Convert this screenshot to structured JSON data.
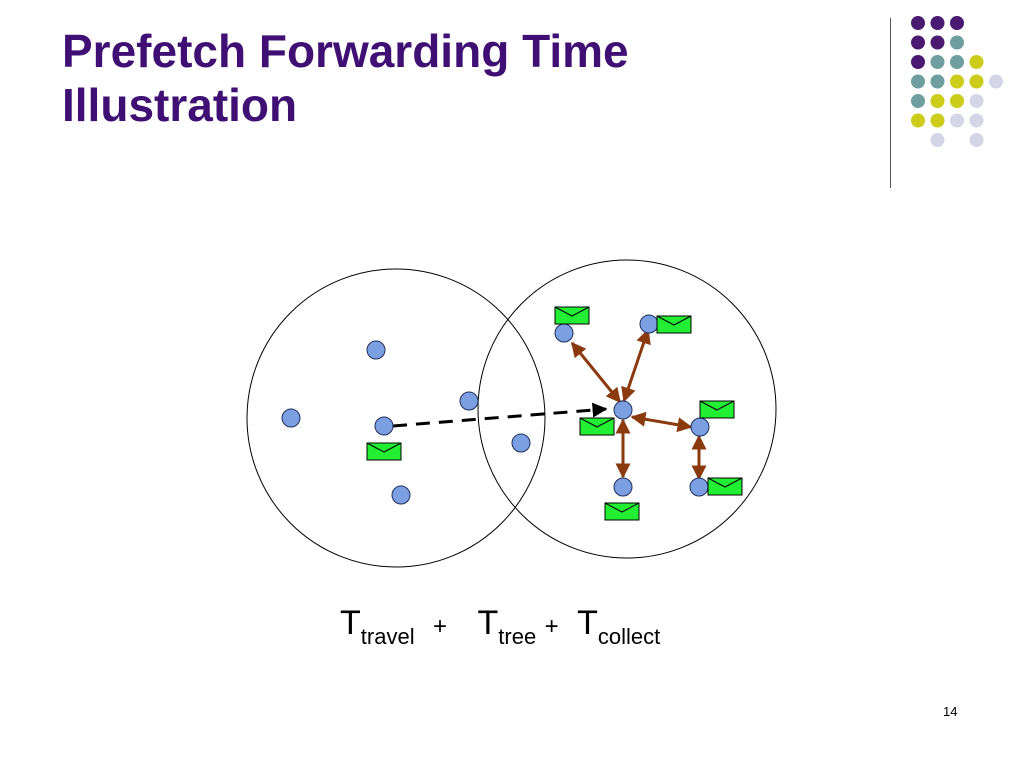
{
  "slide": {
    "title_line1": "Prefetch Forwarding Time",
    "title_line2": "Illustration",
    "page_number": "14"
  },
  "formula": {
    "t1": "T",
    "t1_sub": "travel",
    "plus1": "+",
    "t2": "T",
    "t2_sub": "tree",
    "plus2": "+",
    "t3": "T",
    "t3_sub": "collect"
  },
  "colors": {
    "title": "#3f0f73",
    "node_fill": "#7b9fe0",
    "envelope": "#22ee33",
    "tree_arrow": "#8b3a0e",
    "dot_purple": "#4a1a72",
    "dot_teal": "#6e9e9e",
    "dot_yellow": "#cccc1a",
    "dot_lavender": "#d5d5e8"
  },
  "decoration": {
    "dot_grid": [
      [
        "purple",
        "purple",
        "purple",
        null,
        null
      ],
      [
        "purple",
        "purple",
        "teal",
        null,
        null
      ],
      [
        "purple",
        "teal",
        "teal",
        "yellow",
        null
      ],
      [
        "teal",
        "teal",
        "yellow",
        "yellow",
        "lavender"
      ],
      [
        "teal",
        "yellow",
        "yellow",
        "lavender",
        null
      ],
      [
        "yellow",
        "yellow",
        "lavender",
        "lavender",
        null
      ],
      [
        null,
        "lavender",
        null,
        "lavender",
        null
      ]
    ]
  }
}
